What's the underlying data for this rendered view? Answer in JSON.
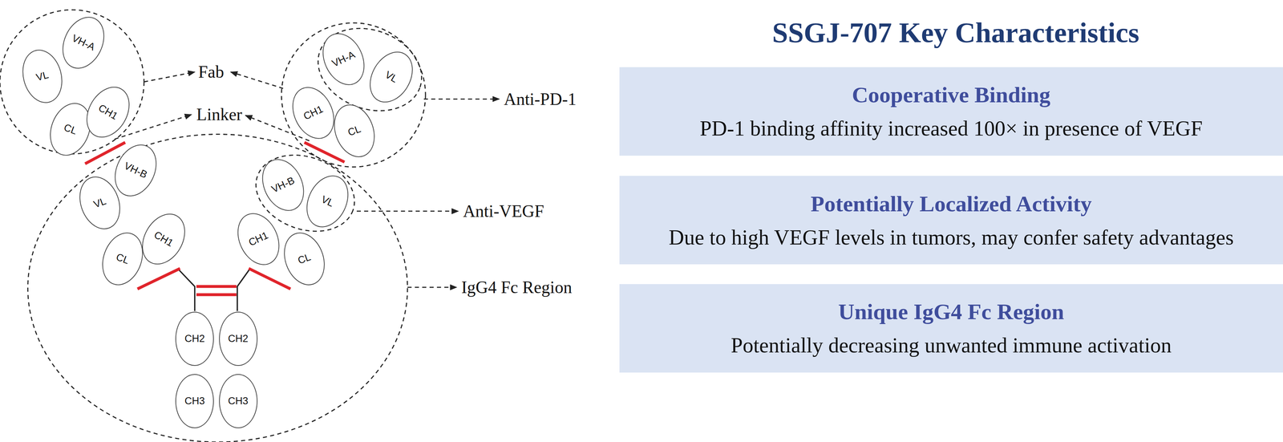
{
  "diagram": {
    "title": "SSGJ-707 Key Characteristics",
    "nodes": [
      {
        "text": [
          "VL"
        ]
      },
      {
        "text": [
          "VH-A"
        ]
      },
      {
        "text": [
          "CL"
        ]
      },
      {
        "text": [
          "CH1"
        ]
      },
      {
        "text": [
          "VH-A"
        ]
      },
      {
        "text": [
          "VL"
        ]
      },
      {
        "text": [
          "CH1"
        ]
      },
      {
        "text": [
          "CL"
        ]
      },
      {
        "text": [
          "VL"
        ]
      },
      {
        "text": [
          "VH-B"
        ]
      },
      {
        "text": [
          "CL"
        ]
      },
      {
        "text": [
          "CH1"
        ]
      },
      {
        "text": [
          "VH-B"
        ]
      },
      {
        "text": [
          "VL"
        ]
      },
      {
        "text": [
          "CH1"
        ]
      },
      {
        "text": [
          "CL"
        ]
      },
      {
        "text": [
          "CH2"
        ]
      },
      {
        "text": [
          "CH2"
        ]
      },
      {
        "text": [
          "CH3"
        ]
      },
      {
        "text": [
          "CH3"
        ]
      },
      {
        "text": [
          "Cooperative Binding",
          "PD-1 binding affinity increased 100× in presence of VEGF"
        ]
      },
      {
        "text": [
          "Potentially Localized Activity",
          "Due to high VEGF levels in tumors, may confer safety advantages"
        ]
      },
      {
        "text": [
          "Unique IgG4 Fc Region",
          "Potentially decreasing unwanted immune activation"
        ]
      }
    ],
    "edges": [],
    "labels": [
      "Fab",
      "Linker",
      "Anti-PD-1",
      "Anti-VEGF",
      "IgG4 Fc Region"
    ]
  }
}
